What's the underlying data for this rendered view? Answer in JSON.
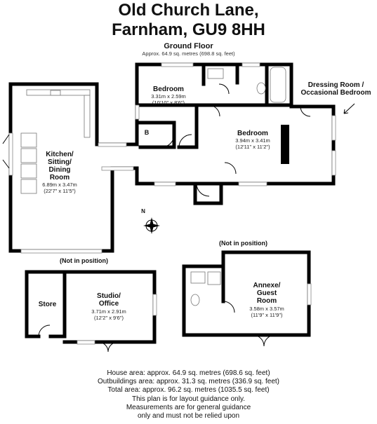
{
  "header": {
    "title_line1": "Old Church Lane,",
    "title_line2": "Farnham, GU9 8HH"
  },
  "ground_floor": {
    "name": "Ground Floor",
    "area": "Approx. 64.9 sq. metres (698.8 sq. feet)"
  },
  "rooms": {
    "kitchen": {
      "name_lines": [
        "Kitchen/",
        "Sitting/",
        "Dining",
        "Room"
      ],
      "metric": "6.89m x 3.47m",
      "imperial": "(22'7\" x 11'5\")"
    },
    "bedroom1": {
      "name": "Bedroom",
      "metric": "3.31m x 2.59m",
      "imperial": "(10'10\" x 8'6\")"
    },
    "bedroom2": {
      "name": "Bedroom",
      "metric": "3.94m x 3.41m",
      "imperial": "(12'11\" x 11'2\")"
    },
    "dressing": {
      "line1": "Dressing Room /",
      "line2": "Occasional Bedroom"
    },
    "boiler": {
      "label": "B"
    },
    "store": {
      "name": "Store"
    },
    "studio": {
      "name_lines": [
        "Studio/",
        "Office"
      ],
      "metric": "3.71m x 2.91m",
      "imperial": "(12'2\" x 9'6\")"
    },
    "annexe": {
      "name_lines": [
        "Annexe/",
        "Guest",
        "Room"
      ],
      "metric": "3.58m x 3.57m",
      "imperial": "(11'9\" x 11'9\")"
    }
  },
  "notes": {
    "studio_position": "(Not in position)",
    "annexe_position": "(Not in position)"
  },
  "compass": {
    "label": "N"
  },
  "footer": [
    "House area: approx. 64.9 sq. metres (698.6 sq. feet)",
    "Outbuildings area: approx. 31.3 sq. metres (336.9 sq. feet)",
    "Total area: approx. 96.2 sq. metres (1035.5 sq. feet)",
    "This plan is for layout guidance only.",
    "Measurements are for general guidance",
    "only and must not be relied upon"
  ]
}
